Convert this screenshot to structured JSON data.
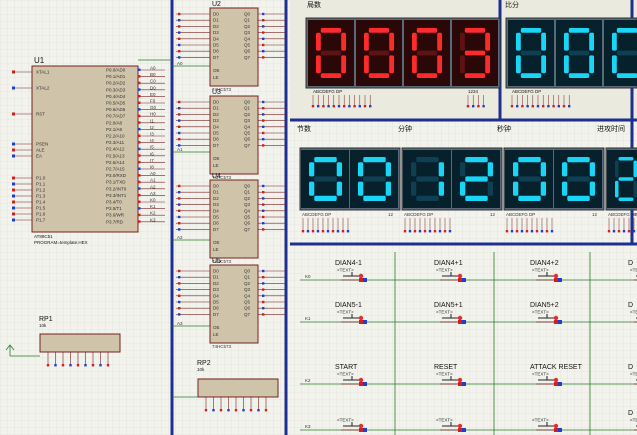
{
  "chips": {
    "u1": {
      "ref": "U1",
      "part": "AT89C51",
      "program": "PROGRAM=template.HEX",
      "left_pins": [
        "XTAL1",
        "XTAL2",
        "RST",
        "PSEN",
        "ALE",
        "EA",
        "P1.0",
        "P1.1",
        "P1.2",
        "P1.3",
        "P1.4",
        "P1.5",
        "P1.6",
        "P1.7"
      ],
      "right_pins": [
        "P0.0/AD0",
        "P0.1/AD1",
        "P0.2/AD2",
        "P0.3/AD3",
        "P0.4/AD4",
        "P0.5/AD5",
        "P0.6/AD6",
        "P0.7/AD7",
        "P2.0/A8",
        "P2.1/A9",
        "P2.2/A10",
        "P2.3/A11",
        "P2.4/A12",
        "P2.5/A13",
        "P2.6/A14",
        "P2.7/A15",
        "P3.0/RXD",
        "P3.1/TXD",
        "P3.2/INT0",
        "P3.3/INT1",
        "P3.4/T0",
        "P3.5/T1",
        "P3.6/WR",
        "P3.7/RD"
      ],
      "right_nets": [
        "A0",
        "B0",
        "C0",
        "D0",
        "E0",
        "F0",
        "G0",
        "H0",
        "I1",
        "I2",
        "I3",
        "I4",
        "I5",
        "I6",
        "I7",
        "I8",
        "A0",
        "A1",
        "A2",
        "A3",
        "K0",
        "K1",
        "K2",
        "K3"
      ]
    },
    "latches": [
      {
        "ref": "U2",
        "part": "74HC573"
      },
      {
        "ref": "U3",
        "part": "74HC573"
      },
      {
        "ref": "U4",
        "part": "74HC573"
      },
      {
        "ref": "U5",
        "part": "74HC573"
      }
    ],
    "latch_pins_in": [
      "D0",
      "D1",
      "D2",
      "D3",
      "D4",
      "D5",
      "D6",
      "D7"
    ],
    "latch_pins_out": [
      "Q0",
      "Q1",
      "Q2",
      "Q3",
      "Q4",
      "Q5",
      "Q6",
      "Q7"
    ],
    "latch_ctrl": [
      "OE",
      "LE"
    ],
    "bus_labels": [
      "A0",
      "A1",
      "A2",
      "A3"
    ]
  },
  "rp": [
    {
      "ref": "RP1",
      "value": "10k"
    },
    {
      "ref": "RP2",
      "value": "10k"
    }
  ],
  "displays": {
    "top_left": {
      "label": "局数",
      "digits": "0003",
      "color": "red",
      "seg_label": "ABCDEFG DP",
      "pin_label": "1234"
    },
    "top_right": {
      "label": "比分",
      "digits": "000",
      "color": "cyan",
      "seg_label": "ABCDEFG DP"
    },
    "bottom": [
      {
        "label": "节数",
        "digits": "00",
        "seg_label": "ABCDEFG DP",
        "pin_label": "12"
      },
      {
        "label": "分钟",
        "digits": "12",
        "seg_label": "ABCDEFG DP",
        "pin_label": "12"
      },
      {
        "label": "秒钟",
        "digits": "00",
        "seg_label": "ABCDEFG DP",
        "pin_label": "12"
      },
      {
        "label": "进攻时间",
        "digits": "2",
        "seg_label": "ABCDEFG DP",
        "pin_label": "12"
      }
    ]
  },
  "buttons": [
    {
      "label": "DIAN4-1",
      "row": 0,
      "col": 0
    },
    {
      "label": "DIAN4+1",
      "row": 0,
      "col": 1
    },
    {
      "label": "DIAN4+2",
      "row": 0,
      "col": 2
    },
    {
      "label": "D",
      "row": 0,
      "col": 3
    },
    {
      "label": "DIAN5-1",
      "row": 1,
      "col": 0
    },
    {
      "label": "DIAN5+1",
      "row": 1,
      "col": 1
    },
    {
      "label": "DIAN5+2",
      "row": 1,
      "col": 2
    },
    {
      "label": "D",
      "row": 1,
      "col": 3
    },
    {
      "label": "START",
      "row": 2,
      "col": 0
    },
    {
      "label": "RESET",
      "row": 2,
      "col": 1
    },
    {
      "label": "ATTACK RESET",
      "row": 2,
      "col": 2
    },
    {
      "label": "D",
      "row": 2,
      "col": 3
    },
    {
      "label": "",
      "row": 3,
      "col": 0
    },
    {
      "label": "",
      "row": 3,
      "col": 1
    },
    {
      "label": "",
      "row": 3,
      "col": 2
    },
    {
      "label": "D",
      "row": 3,
      "col": 3
    }
  ],
  "button_text": "<TEXT>",
  "row_nets": [
    "K0",
    "K1",
    "K2",
    "K3"
  ],
  "colors": {
    "background": "#f3f3ee",
    "grid": "#dcdcd2",
    "component": "#cfc3a9",
    "component_border": "#7a2020",
    "bus": "#1f2f8f",
    "wire": "#2a7a2a",
    "red_led": "#ff2a2a",
    "cyan_led": "#19d6f6"
  }
}
